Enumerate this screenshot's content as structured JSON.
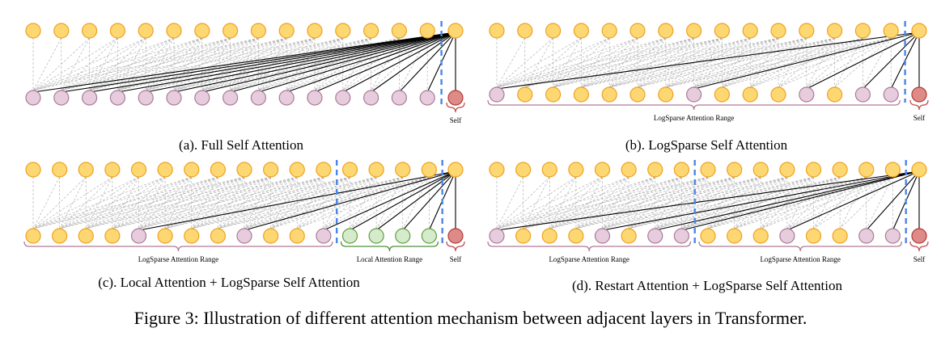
{
  "colors": {
    "yellow_fill": "#FDD771",
    "yellow_stroke": "#EFA120",
    "pink_fill": "#E6CCDC",
    "pink_stroke": "#A97B98",
    "green_fill": "#D5EBCC",
    "green_stroke": "#5F9E3F",
    "red_fill": "#DE8A87",
    "red_stroke": "#B03B38",
    "log_brace": "#B07B94",
    "local_brace": "#4E8F3D",
    "self_brace": "#C0504D",
    "dashed_divider": "#4A86E8",
    "gray_line": "#B5B5B5",
    "black_line": "#000000"
  },
  "panels": [
    {
      "id": "a",
      "caption": "(a). Full Self Attention",
      "bottom_types": [
        "P",
        "P",
        "P",
        "P",
        "P",
        "P",
        "P",
        "P",
        "P",
        "P",
        "P",
        "P",
        "P",
        "P",
        "P",
        "R"
      ],
      "attended": [
        0,
        1,
        2,
        3,
        4,
        5,
        6,
        7,
        8,
        9,
        10,
        11,
        12,
        13,
        14,
        15
      ],
      "dividers": [
        15
      ],
      "braces": [
        {
          "kind": "self",
          "from": 15,
          "to": 15,
          "label": "Self"
        }
      ]
    },
    {
      "id": "b",
      "caption": "(b). LogSparse Self Attention",
      "bottom_types": [
        "P",
        "Y",
        "Y",
        "Y",
        "Y",
        "Y",
        "Y",
        "P",
        "Y",
        "Y",
        "Y",
        "P",
        "Y",
        "P",
        "P",
        "R"
      ],
      "attended": [
        0,
        7,
        11,
        13,
        14,
        15
      ],
      "dividers": [
        15
      ],
      "braces": [
        {
          "kind": "log",
          "from": 0,
          "to": 14,
          "label": "LogSparse Attention Range"
        },
        {
          "kind": "self",
          "from": 15,
          "to": 15,
          "label": "Self"
        }
      ]
    },
    {
      "id": "c",
      "caption": "(c). Local Attention + LogSparse Self Attention",
      "bottom_types": [
        "Y",
        "Y",
        "Y",
        "Y",
        "P",
        "Y",
        "Y",
        "Y",
        "P",
        "Y",
        "Y",
        "P",
        "G",
        "G",
        "G",
        "G",
        "R"
      ],
      "attended": [
        4,
        8,
        11,
        12,
        13,
        14,
        15,
        16
      ],
      "dividers": [
        12,
        16
      ],
      "braces": [
        {
          "kind": "log",
          "from": 0,
          "to": 11,
          "label": "LogSparse Attention Range"
        },
        {
          "kind": "local",
          "from": 12,
          "to": 15,
          "label": "Local Attention Range"
        },
        {
          "kind": "self",
          "from": 16,
          "to": 16,
          "label": "Self"
        }
      ]
    },
    {
      "id": "d",
      "caption": "(d). Restart Attention + LogSparse Self Attention",
      "bottom_types": [
        "P",
        "Y",
        "Y",
        "Y",
        "P",
        "Y",
        "P",
        "P",
        "Y",
        "Y",
        "Y",
        "P",
        "Y",
        "Y",
        "P",
        "P",
        "R"
      ],
      "attended": [
        0,
        4,
        6,
        7,
        11,
        14,
        15,
        16
      ],
      "dividers": [
        8,
        16
      ],
      "braces": [
        {
          "kind": "log",
          "from": 0,
          "to": 7,
          "label": "LogSparse Attention Range"
        },
        {
          "kind": "log",
          "from": 8,
          "to": 15,
          "label": "LogSparse Attention Range"
        },
        {
          "kind": "self",
          "from": 16,
          "to": 16,
          "label": "Self"
        }
      ]
    }
  ],
  "figure_caption": "Figure 3: Illustration of different attention mechanism between adjacent layers in Transformer."
}
